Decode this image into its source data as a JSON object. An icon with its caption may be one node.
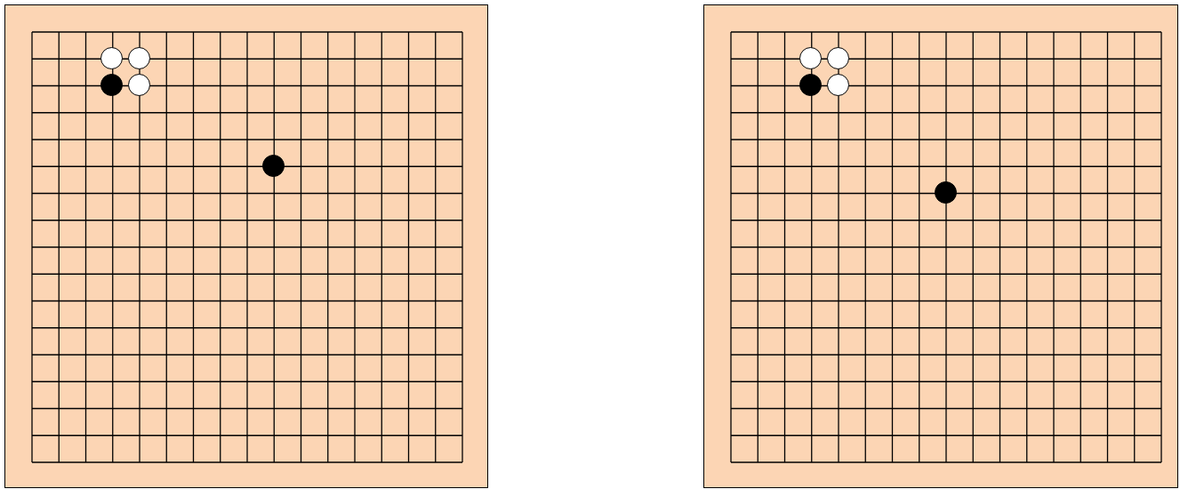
{
  "diagram": {
    "nodes": [
      {
        "text": [],
        "shape": "box"
      },
      {
        "text": [],
        "shape": "circle",
        "in": 0
      },
      {
        "text": [],
        "shape": "circle",
        "in": 0
      },
      {
        "text": [],
        "shape": "circle",
        "in": 0
      },
      {
        "text": [],
        "shape": "circle",
        "in": 0
      },
      {
        "text": [],
        "shape": "circle",
        "in": 0
      },
      {
        "text": [],
        "shape": "box"
      },
      {
        "text": [],
        "shape": "circle",
        "in": 6
      },
      {
        "text": [],
        "shape": "circle",
        "in": 6
      },
      {
        "text": [],
        "shape": "circle",
        "in": 6
      },
      {
        "text": [],
        "shape": "circle",
        "in": 6
      },
      {
        "text": [],
        "shape": "circle",
        "in": 6
      }
    ]
  }
}
